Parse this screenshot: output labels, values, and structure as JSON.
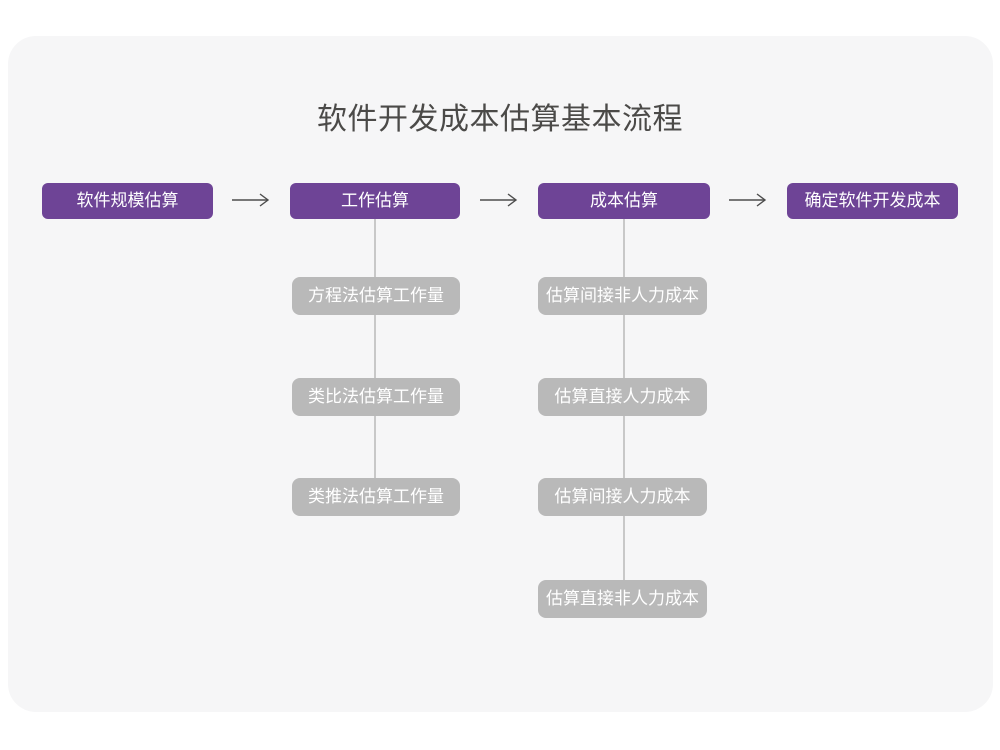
{
  "title": "软件开发成本估算基本流程",
  "colors": {
    "page_background": "#ffffff",
    "card_background": "#f6f6f7",
    "main_step_background": "#6e4496",
    "sub_step_background": "#b9b9b9",
    "box_text": "#ffffff",
    "title_text": "#4b4a48",
    "arrow": "#4d4d4d",
    "connector_line": "#c8c8c8"
  },
  "flow": {
    "main_steps": [
      {
        "label": "软件规模估算",
        "substeps": []
      },
      {
        "label": "工作估算",
        "substeps": [
          "方程法估算工作量",
          "类比法估算工作量",
          "类推法估算工作量"
        ]
      },
      {
        "label": "成本估算",
        "substeps": [
          "估算间接非人力成本",
          "估算直接人力成本",
          "估算间接人力成本",
          "估算直接非人力成本"
        ]
      },
      {
        "label": "确定软件开发成本",
        "substeps": []
      }
    ]
  }
}
